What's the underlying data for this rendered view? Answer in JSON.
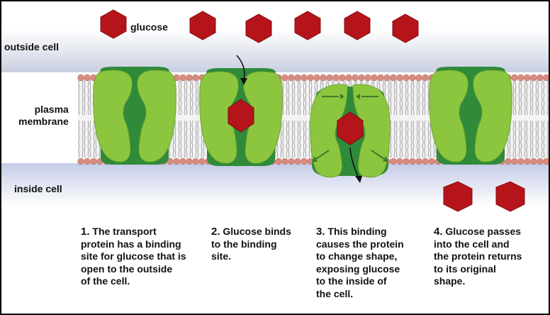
{
  "labels": {
    "glucose": "glucose",
    "outside": "outside cell",
    "membrane_line1": "plasma",
    "membrane_line2": "membrane",
    "inside": "inside cell"
  },
  "steps": [
    {
      "number": "1.",
      "lines": [
        "The transport",
        "protein has a binding",
        "site for glucose that is",
        "open to the outside",
        "of the cell."
      ]
    },
    {
      "number": "2.",
      "lines": [
        "Glucose binds",
        "to the binding",
        "site."
      ]
    },
    {
      "number": "3.",
      "lines": [
        "This binding",
        "causes the protein",
        "to change shape,",
        "exposing glucose",
        "to the inside of",
        "the cell."
      ]
    },
    {
      "number": "4.",
      "lines": [
        "Glucose passes",
        "into the cell and",
        "the protein returns",
        "to its original",
        "shape."
      ]
    }
  ],
  "colors": {
    "glucose": "#b4141a",
    "protein_light": "#8cc63f",
    "protein_dark": "#2f8a3a",
    "lipid_head": "#d98b80"
  }
}
